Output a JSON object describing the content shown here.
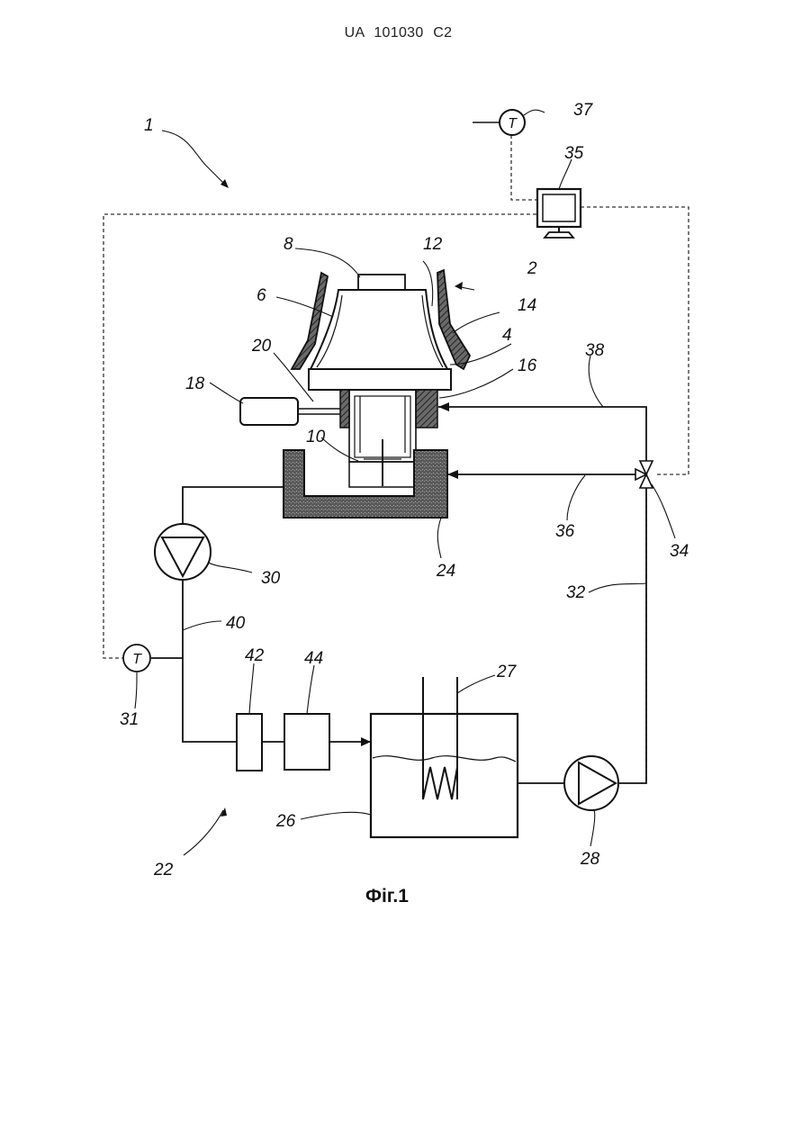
{
  "header": {
    "document_code": "UA   101030   C2"
  },
  "figure": {
    "caption": "Фіг.1",
    "temperature_symbol": "T",
    "reference_numerals": {
      "system": "1",
      "machine": "2",
      "bearing": "4",
      "bowl": "6",
      "top": "8",
      "shaft": "10",
      "chamber": "12",
      "casing": "14",
      "seal": "16",
      "actuator": "18",
      "link": "20",
      "circuit": "22",
      "tank": "24",
      "reservoir": "26",
      "heater": "27",
      "pump_right": "28",
      "pump_left": "30",
      "sensor_lower": "31",
      "line_32": "32",
      "valve": "34",
      "controller": "35",
      "line_36": "36",
      "sensor_upper": "37",
      "line_38": "38",
      "line_40": "40",
      "filter_1": "42",
      "filter_2": "44"
    }
  }
}
